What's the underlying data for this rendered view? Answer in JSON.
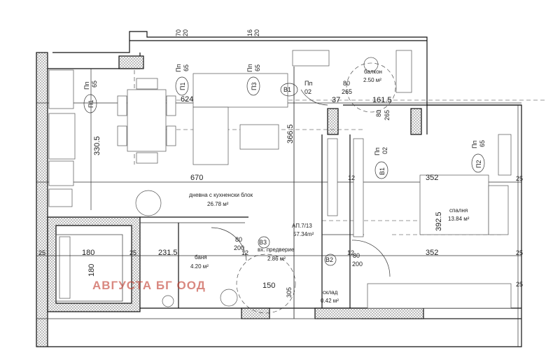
{
  "rooms": {
    "living": {
      "name": "дневна с кухненски блок",
      "area": "26.78 м²"
    },
    "bath": {
      "name": "баня",
      "area": "4.20 м²"
    },
    "bedroom": {
      "name": "спалня",
      "area": "13.84 м²"
    },
    "storage": {
      "name": "склад",
      "area": "0.42 м²"
    },
    "hall": {
      "name": "вх. предверие",
      "area": "2.86 м²"
    },
    "balcony": {
      "name": "балкон",
      "area": "2.50 м²"
    }
  },
  "apartment": {
    "id": "АП.7/13",
    "area": "57.34m²"
  },
  "dimensions": {
    "d670": "670",
    "d330": "330.5",
    "d366": "366.5",
    "d624": "624",
    "d180a": "180",
    "d180b": "180",
    "d231": "231.5",
    "d352a": "352",
    "d352b": "352",
    "d392": "392.5",
    "d161": "161.5",
    "d37": "37",
    "d80a": "80",
    "d265a": "265",
    "d80b": "80",
    "d265b": "265",
    "d25": "25",
    "d12": "12",
    "d150": "150",
    "d305": "305",
    "door_w": "80",
    "door_h": "200",
    "d70": "70",
    "d20": "20",
    "d16": "16"
  },
  "markers": {
    "p1": "П1",
    "p2": "П2",
    "p3": "П3",
    "b1": "В1",
    "b2": "В2",
    "b3": "В3",
    "pp": "Пп",
    "h65": "65",
    "h02": "02"
  },
  "watermark": "АВГУСТА БГ ООД"
}
